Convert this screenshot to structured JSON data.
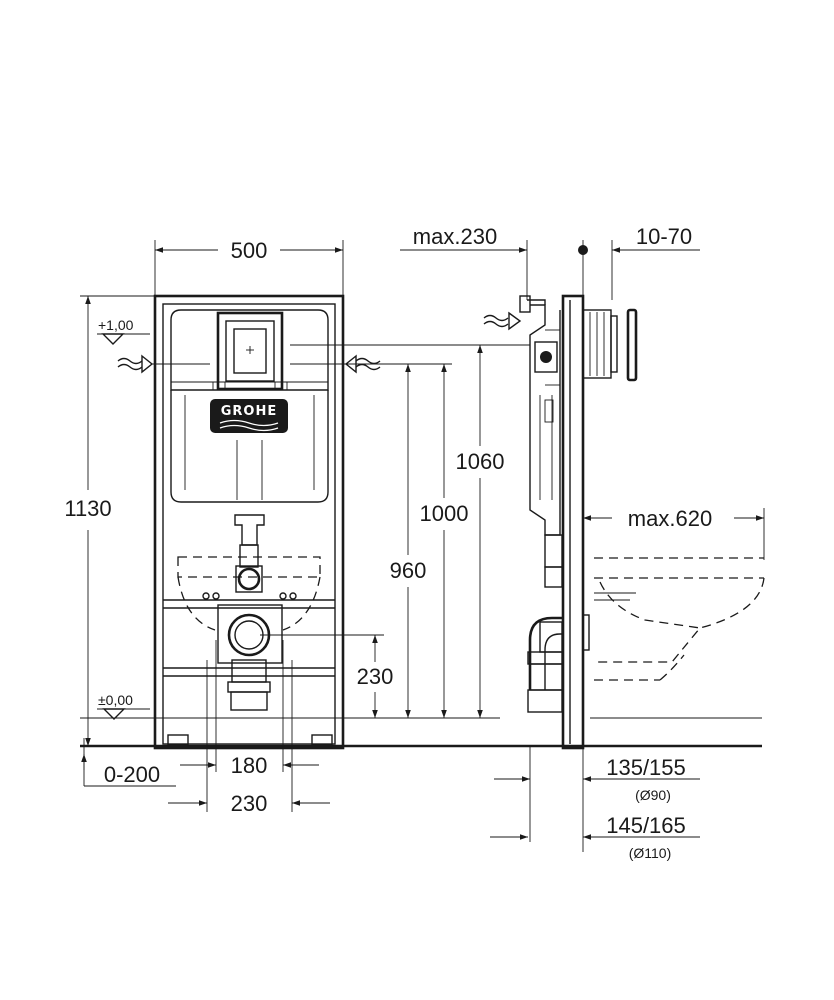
{
  "front_view": {
    "width": "500",
    "height_total": "1130",
    "level_top": "+1,00",
    "level_zero": "±0,00",
    "dim_1060": "1060",
    "dim_1000": "1000",
    "dim_960": "960",
    "dim_230_outlet": "230",
    "dim_0_200": "0-200",
    "dim_180": "180",
    "dim_230_bottom": "230",
    "brand": "GROHE"
  },
  "side_view": {
    "max_230": "max.230",
    "dim_10_70": "10-70",
    "max_620": "max.620",
    "dim_135_155": "135/155",
    "dia_90": "(Ø90)",
    "dim_145_165": "145/165",
    "dia_110": "(Ø110)"
  }
}
